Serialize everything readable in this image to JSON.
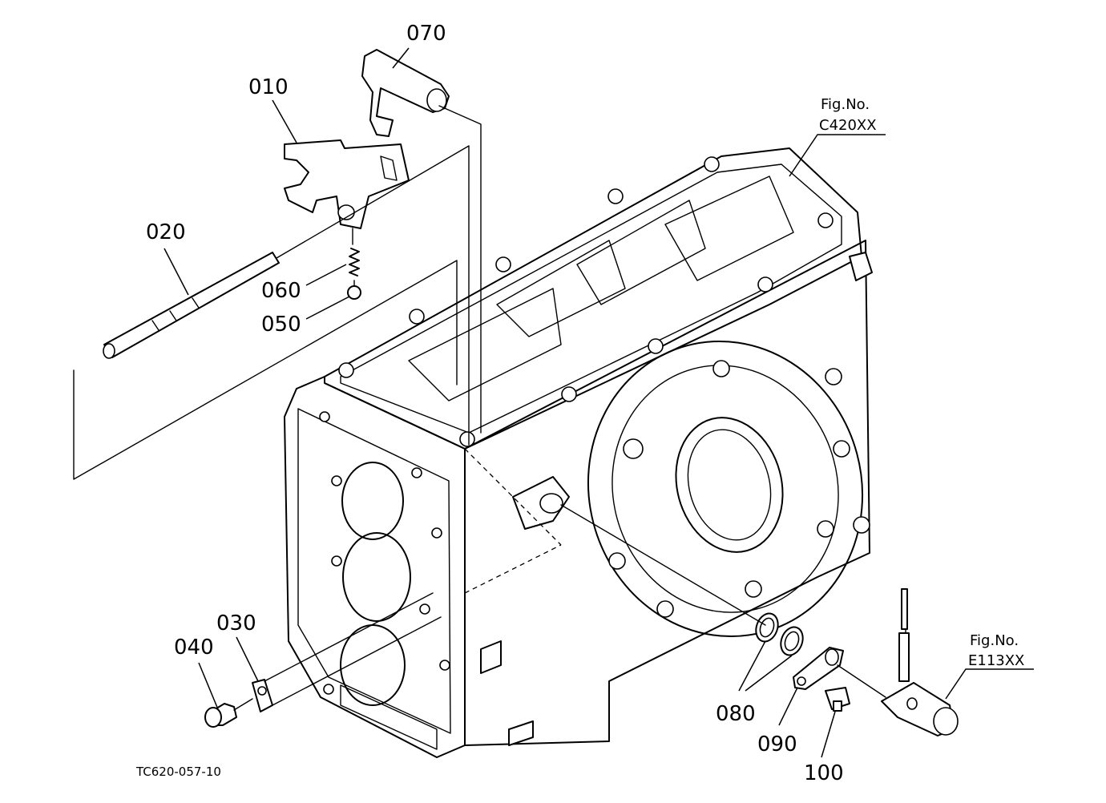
{
  "parts": [
    {
      "number": "010"
    },
    {
      "number": "020"
    },
    {
      "number": "030"
    },
    {
      "number": "040"
    },
    {
      "number": "050"
    },
    {
      "number": "060"
    },
    {
      "number": "070"
    },
    {
      "number": "080"
    },
    {
      "number": "090"
    },
    {
      "number": "100"
    }
  ],
  "figure_refs": [
    {
      "prefix": "Fig.No.",
      "code": "C420XX"
    },
    {
      "prefix": "Fig.No.",
      "code": "E113XX"
    }
  ],
  "drawing_code": "TC620-057-10"
}
